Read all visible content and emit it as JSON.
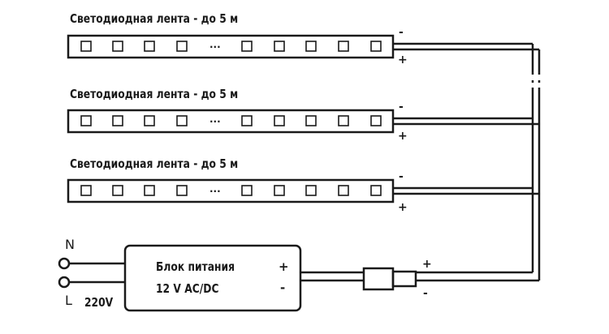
{
  "strips": [
    {
      "title": "Светодиодная лента - до 5 м",
      "ellipsis": "...",
      "minus": "-",
      "plus": "+"
    },
    {
      "title": "Светодиодная лента - до 5 м",
      "ellipsis": "...",
      "minus": "-",
      "plus": "+"
    },
    {
      "title": "Светодиодная лента - до 5 м",
      "ellipsis": "...",
      "minus": "-",
      "plus": "+"
    }
  ],
  "power_supply": {
    "name": "Блок питания",
    "spec": "12 V AC/DC",
    "plus": "+",
    "minus": "-"
  },
  "mains": {
    "n": "N",
    "l": "L",
    "voltage": "220V"
  },
  "connector": {
    "plus": "+",
    "minus": "-"
  },
  "colors": {
    "line": "#1a1a1a",
    "background": "#ffffff"
  }
}
